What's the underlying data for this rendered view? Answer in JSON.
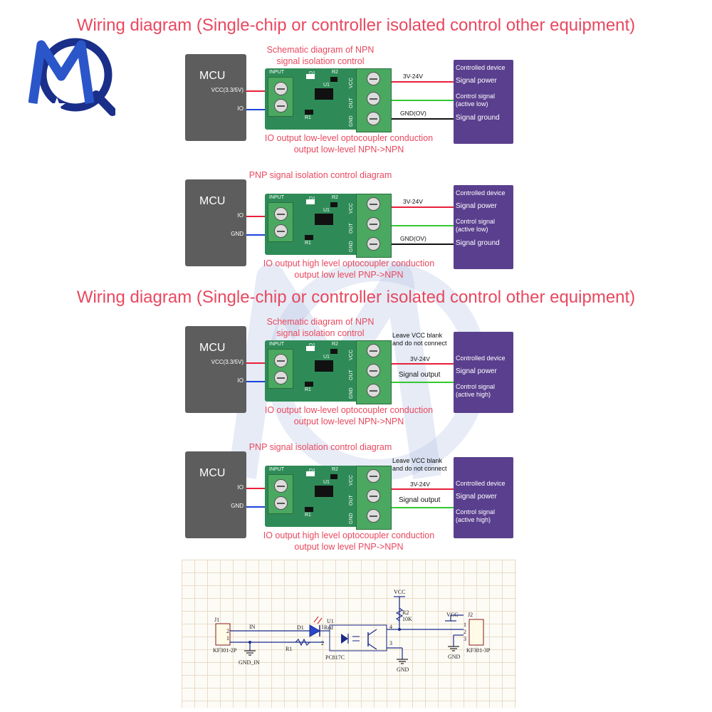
{
  "colors": {
    "title": "#e8485f",
    "mcu": "#5d5d5d",
    "device": "#5a3f8e",
    "pcb": "#2e8b57",
    "terminal": "#4aa860",
    "wire_red": "#e8203a",
    "wire_blue": "#1c43d8",
    "wire_green": "#32c832",
    "wire_black": "#111111"
  },
  "logo": {
    "text": "MQ"
  },
  "section1_title": "Wiring diagram (Single-chip or controller isolated control other equipment)",
  "section2_title": "Wiring diagram (Single-chip or controller isolated control other equipment)",
  "panels": [
    {
      "top_caption": "Schematic diagram of NPN\nsignal isolation control",
      "bottom_caption": "IO output low-level optocoupler conduction\noutput low-level NPN->NPN",
      "mcu_title": "MCU",
      "mcu_pins": [
        "VCC(3.3/5V)",
        "IO"
      ],
      "board": {
        "input": "INPUT",
        "d1": "D1",
        "r2": "R2",
        "u1": "U1",
        "r1": "R1",
        "vcc": "VCC",
        "out": "OUT",
        "gnd": "GND"
      },
      "wire_labels": [
        "3V-24V",
        "GND(OV)"
      ],
      "note": "",
      "device_labels": [
        "Controlled device",
        "Signal power",
        "Control signal\n(active low)",
        "Signal ground"
      ]
    },
    {
      "top_caption": "PNP signal isolation control diagram",
      "bottom_caption": "IO output high level optocoupler conduction\noutput low level PNP->NPN",
      "mcu_title": "MCU",
      "mcu_pins": [
        "IO",
        "GND"
      ],
      "board": {
        "input": "INPUT",
        "d1": "D1",
        "r2": "R2",
        "u1": "U1",
        "r1": "R1",
        "vcc": "VCC",
        "out": "OUT",
        "gnd": "GND"
      },
      "wire_labels": [
        "3V-24V",
        "GND(OV)"
      ],
      "note": "",
      "device_labels": [
        "Controlled device",
        "Signal power",
        "Control signal\n(active low)",
        "Signal ground"
      ]
    },
    {
      "top_caption": "Schematic diagram of NPN\nsignal isolation control",
      "bottom_caption": "IO output low-level optocoupler conduction\noutput low-level NPN->NPN",
      "mcu_title": "MCU",
      "mcu_pins": [
        "VCC(3.3/5V)",
        "IO"
      ],
      "board": {
        "input": "INPUT",
        "d1": "D1",
        "r2": "R2",
        "u1": "U1",
        "r1": "R1",
        "vcc": "VCC",
        "out": "OUT",
        "gnd": "GND"
      },
      "wire_labels": [
        "3V-24V",
        "Signal output"
      ],
      "note": "Leave VCC blank\nand do not connect",
      "device_labels": [
        "Controlled device",
        "Signal power",
        "Control signal\n(active high)"
      ]
    },
    {
      "top_caption": "PNP signal isolation control diagram",
      "bottom_caption": "IO output high level optocoupler conduction\noutput low level PNP->NPN",
      "mcu_title": "MCU",
      "mcu_pins": [
        "IO",
        "GND"
      ],
      "board": {
        "input": "INPUT",
        "d1": "D1",
        "r2": "R2",
        "u1": "U1",
        "r1": "R1",
        "vcc": "VCC",
        "out": "OUT",
        "gnd": "GND"
      },
      "wire_labels": [
        "3V-24V",
        "Signal output"
      ],
      "note": "Leave VCC blank\nand do not connect",
      "device_labels": [
        "Controlled device",
        "Signal power",
        "Control signal\n(active high)"
      ]
    }
  ],
  "schematic": {
    "j1": "J1",
    "j1_pins": [
      "2",
      "1"
    ],
    "j1_part": "KF301-2P",
    "in_net": "IN",
    "d1": "D1",
    "led_color": "Red",
    "r1": "R1",
    "gnd_in": "GND_IN",
    "u1": "U1",
    "u1_part": "PC817C",
    "u1_pins": [
      "1",
      "2",
      "4",
      "3"
    ],
    "vcc_top": "VCC",
    "r2": "R2",
    "r2_value": "10K",
    "gnd": "GND",
    "vcc_right": "VCC",
    "gnd_right": "GND",
    "j2": "J2",
    "j2_pins": [
      "1",
      "2",
      "3"
    ],
    "j2_part": "KF301-3P"
  }
}
